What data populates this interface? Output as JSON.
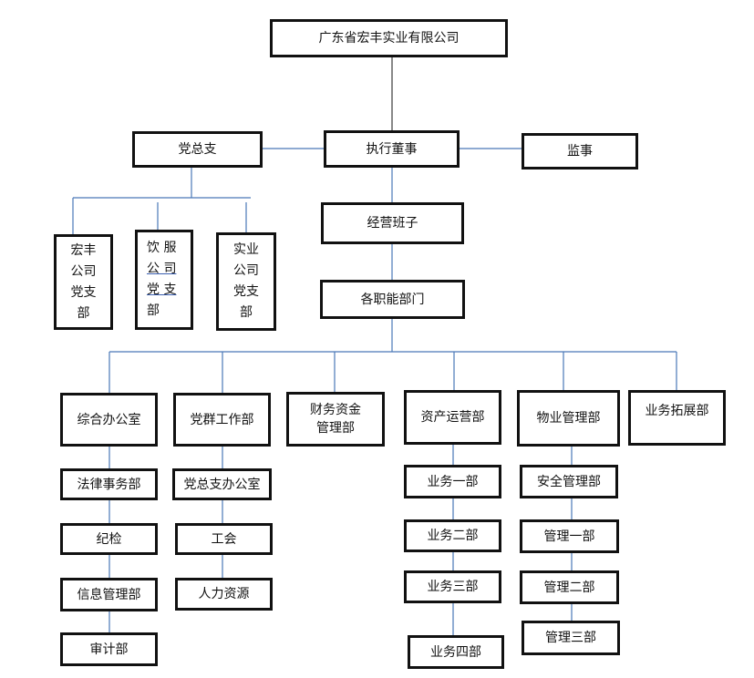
{
  "company": "广东省宏丰实业有限公司",
  "executive_director": "执行董事",
  "party_branch_general": "党总支",
  "supervisor": "监事",
  "management_team": "经营班子",
  "functional_departments": "各职能部门",
  "party_branches": [
    {
      "lines": [
        "宏丰",
        "公司",
        "党支",
        "部"
      ]
    },
    {
      "lines": [
        "饮 服",
        "公 司",
        "党 支",
        "部"
      ]
    },
    {
      "lines": [
        "实业",
        "公司",
        "党支",
        "部"
      ]
    }
  ],
  "departments": [
    {
      "name": "综合办公室",
      "subs": [
        "法律事务部",
        "纪检",
        "信息管理部",
        "审计部"
      ]
    },
    {
      "name": "党群工作部",
      "subs": [
        "党总支办公室",
        "工会",
        "人力资源"
      ]
    },
    {
      "name": "财务资金管理部",
      "name_lines": [
        "财务资金",
        "管理部"
      ],
      "subs": []
    },
    {
      "name": "资产运营部",
      "subs": [
        "业务一部",
        "业务二部",
        "业务三部",
        "业务四部"
      ]
    },
    {
      "name": "物业管理部",
      "subs": [
        "安全管理部",
        "管理一部",
        "管理二部",
        "管理三部"
      ]
    },
    {
      "name": "业务拓展部",
      "subs": []
    }
  ]
}
